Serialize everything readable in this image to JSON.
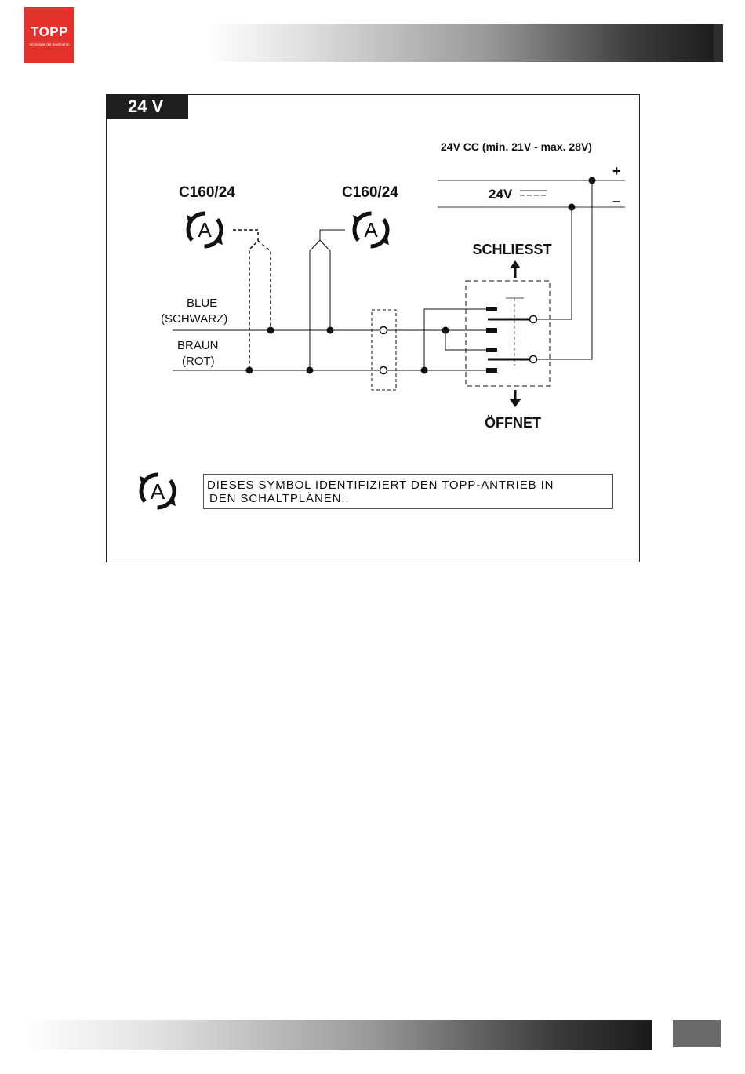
{
  "header": {
    "logo_text": "TOPP",
    "logo_tagline": "tecnologie del movimento"
  },
  "panel": {
    "tab_label": "24 V"
  },
  "diagram": {
    "supply_label": "24V CC (min. 21V - max. 28V)",
    "plus_label": "+",
    "minus_label": "–",
    "dc_label": "24V",
    "actuator_left_label": "C160/24",
    "actuator_right_label": "C160/24",
    "actuator_symbol_letter": "A",
    "wire1_label_a": "BLUE",
    "wire1_label_b": "(SCHWARZ)",
    "wire2_label_a": "BRAUN",
    "wire2_label_b": "(ROT)",
    "close_label": "SCHLIESST",
    "open_label": "ÖFFNET"
  },
  "legend": {
    "symbol_letter": "A",
    "text_line1": "DIESES SYMBOL IDENTIFIZIERT DEN TOPP-ANTRIEB IN",
    "text_line2": "DEN SCHALTPLÄNEN.."
  }
}
